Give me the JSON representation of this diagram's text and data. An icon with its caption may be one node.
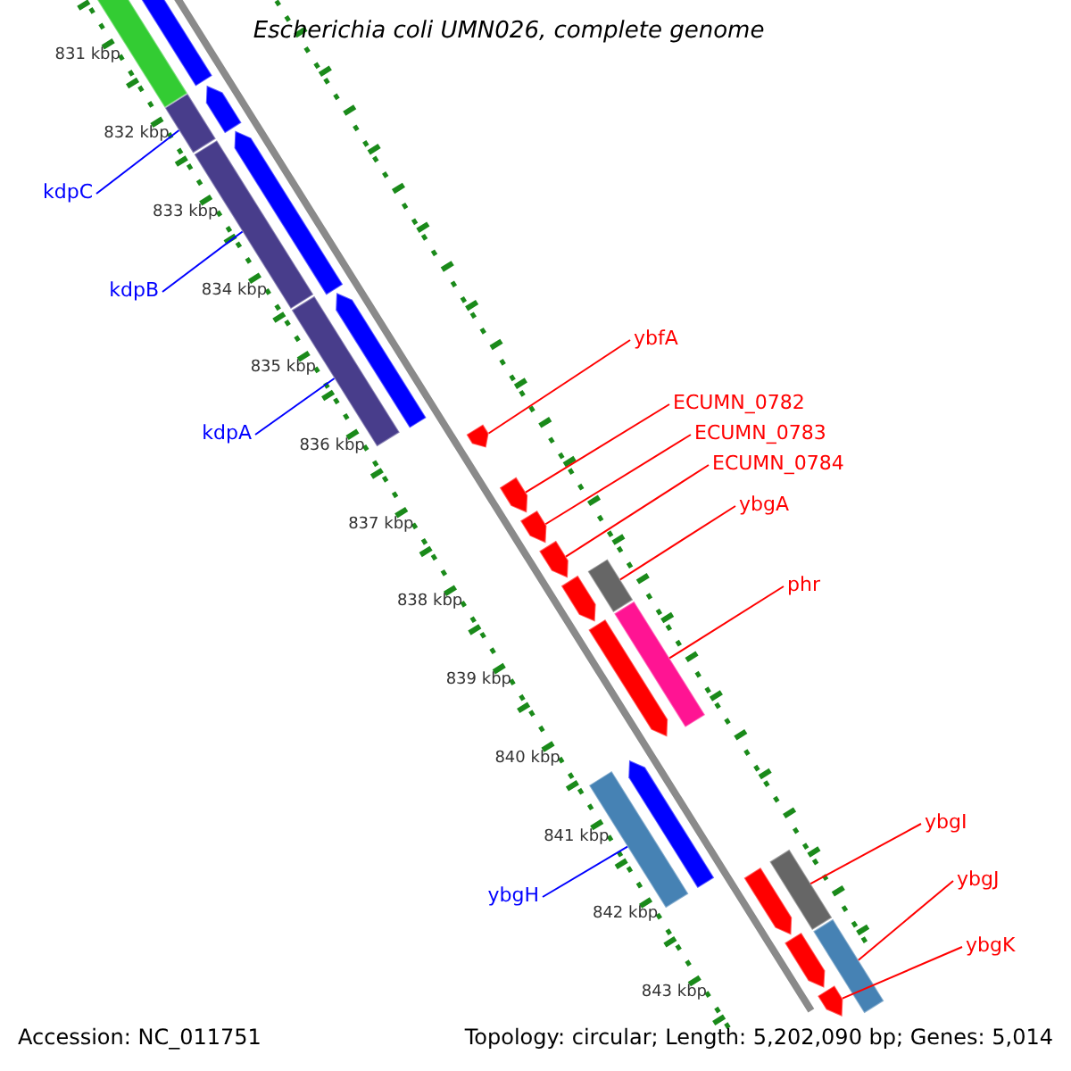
{
  "diagram": {
    "title": "Escherichia coli UMN026, complete genome",
    "nodes": [
      {
        "text": [
          "kdpC"
        ]
      },
      {
        "text": [],
        "shape": "bar"
      },
      {
        "text": [
          "kdpB"
        ]
      },
      {
        "text": [],
        "shape": "bar"
      },
      {
        "text": [
          "ybfA"
        ]
      },
      {
        "text": [],
        "shape": "arrow"
      },
      {
        "text": [
          "ECUMN_0782"
        ]
      },
      {
        "text": [],
        "shape": "arrow"
      },
      {
        "text": [
          "kdpA"
        ]
      },
      {
        "text": [],
        "shape": "bar"
      },
      {
        "text": [
          "ECUMN_0783"
        ]
      },
      {
        "text": [],
        "shape": "arrow"
      },
      {
        "text": [
          "ECUMN_0784"
        ]
      },
      {
        "text": [],
        "shape": "arrow"
      },
      {
        "text": [
          "ybgA"
        ]
      },
      {
        "text": [],
        "shape": "bar"
      },
      {
        "text": [
          "phr"
        ]
      },
      {
        "text": [],
        "shape": "bar"
      },
      {
        "text": [
          "ybgI"
        ]
      },
      {
        "text": [],
        "shape": "bar"
      },
      {
        "text": [
          "ybgH"
        ]
      },
      {
        "text": [],
        "shape": "bar"
      },
      {
        "text": [
          "ybgJ"
        ]
      },
      {
        "text": [],
        "shape": "bar"
      },
      {
        "text": [
          "ybgK"
        ]
      },
      {
        "text": [],
        "shape": "arrow"
      },
      {
        "text": [],
        "shape": "bar"
      },
      {
        "text": [],
        "shape": "arrow"
      },
      {
        "text": [],
        "shape": "arrow"
      },
      {
        "text": [],
        "shape": "arrow"
      },
      {
        "text": [],
        "shape": "arrow"
      },
      {
        "text": [],
        "shape": "arrow"
      },
      {
        "text": [],
        "shape": "arrow"
      },
      {
        "text": [],
        "shape": "arrow"
      },
      {
        "text": [],
        "shape": "arrow"
      },
      {
        "text": [],
        "shape": "arrow"
      }
    ],
    "edges": [
      {
        "from": 0,
        "to": 1,
        "arrow": "none",
        "color": "#0000ff"
      },
      {
        "from": 2,
        "to": 3,
        "arrow": "none",
        "color": "#0000ff"
      },
      {
        "from": 4,
        "to": 5,
        "arrow": "none"
      },
      {
        "from": 6,
        "to": 7,
        "arrow": "none"
      },
      {
        "from": 8,
        "to": 9,
        "arrow": "none",
        "color": "#0000ff"
      },
      {
        "from": 10,
        "to": 11,
        "arrow": "none"
      },
      {
        "from": 12,
        "to": 13,
        "arrow": "none"
      },
      {
        "from": 14,
        "to": 15,
        "arrow": "none"
      },
      {
        "from": 16,
        "to": 17,
        "arrow": "none"
      },
      {
        "from": 18,
        "to": 19,
        "arrow": "none"
      },
      {
        "from": 20,
        "to": 21,
        "arrow": "none",
        "color": "#0000ff"
      },
      {
        "from": 22,
        "to": 23,
        "arrow": "none"
      },
      {
        "from": 24,
        "to": 25,
        "arrow": "none"
      }
    ],
    "labels": [
      "831 kbp",
      "832 kbp",
      "833 kbp",
      "834 kbp",
      "835 kbp",
      "836 kbp",
      "837 kbp",
      "838 kbp",
      "839 kbp",
      "840 kbp",
      "841 kbp",
      "842 kbp",
      "843 kbp",
      "Accession: NC_011751",
      "Topology: circular; Length: 5,202,090 bp; Genes: 5,014"
    ]
  }
}
